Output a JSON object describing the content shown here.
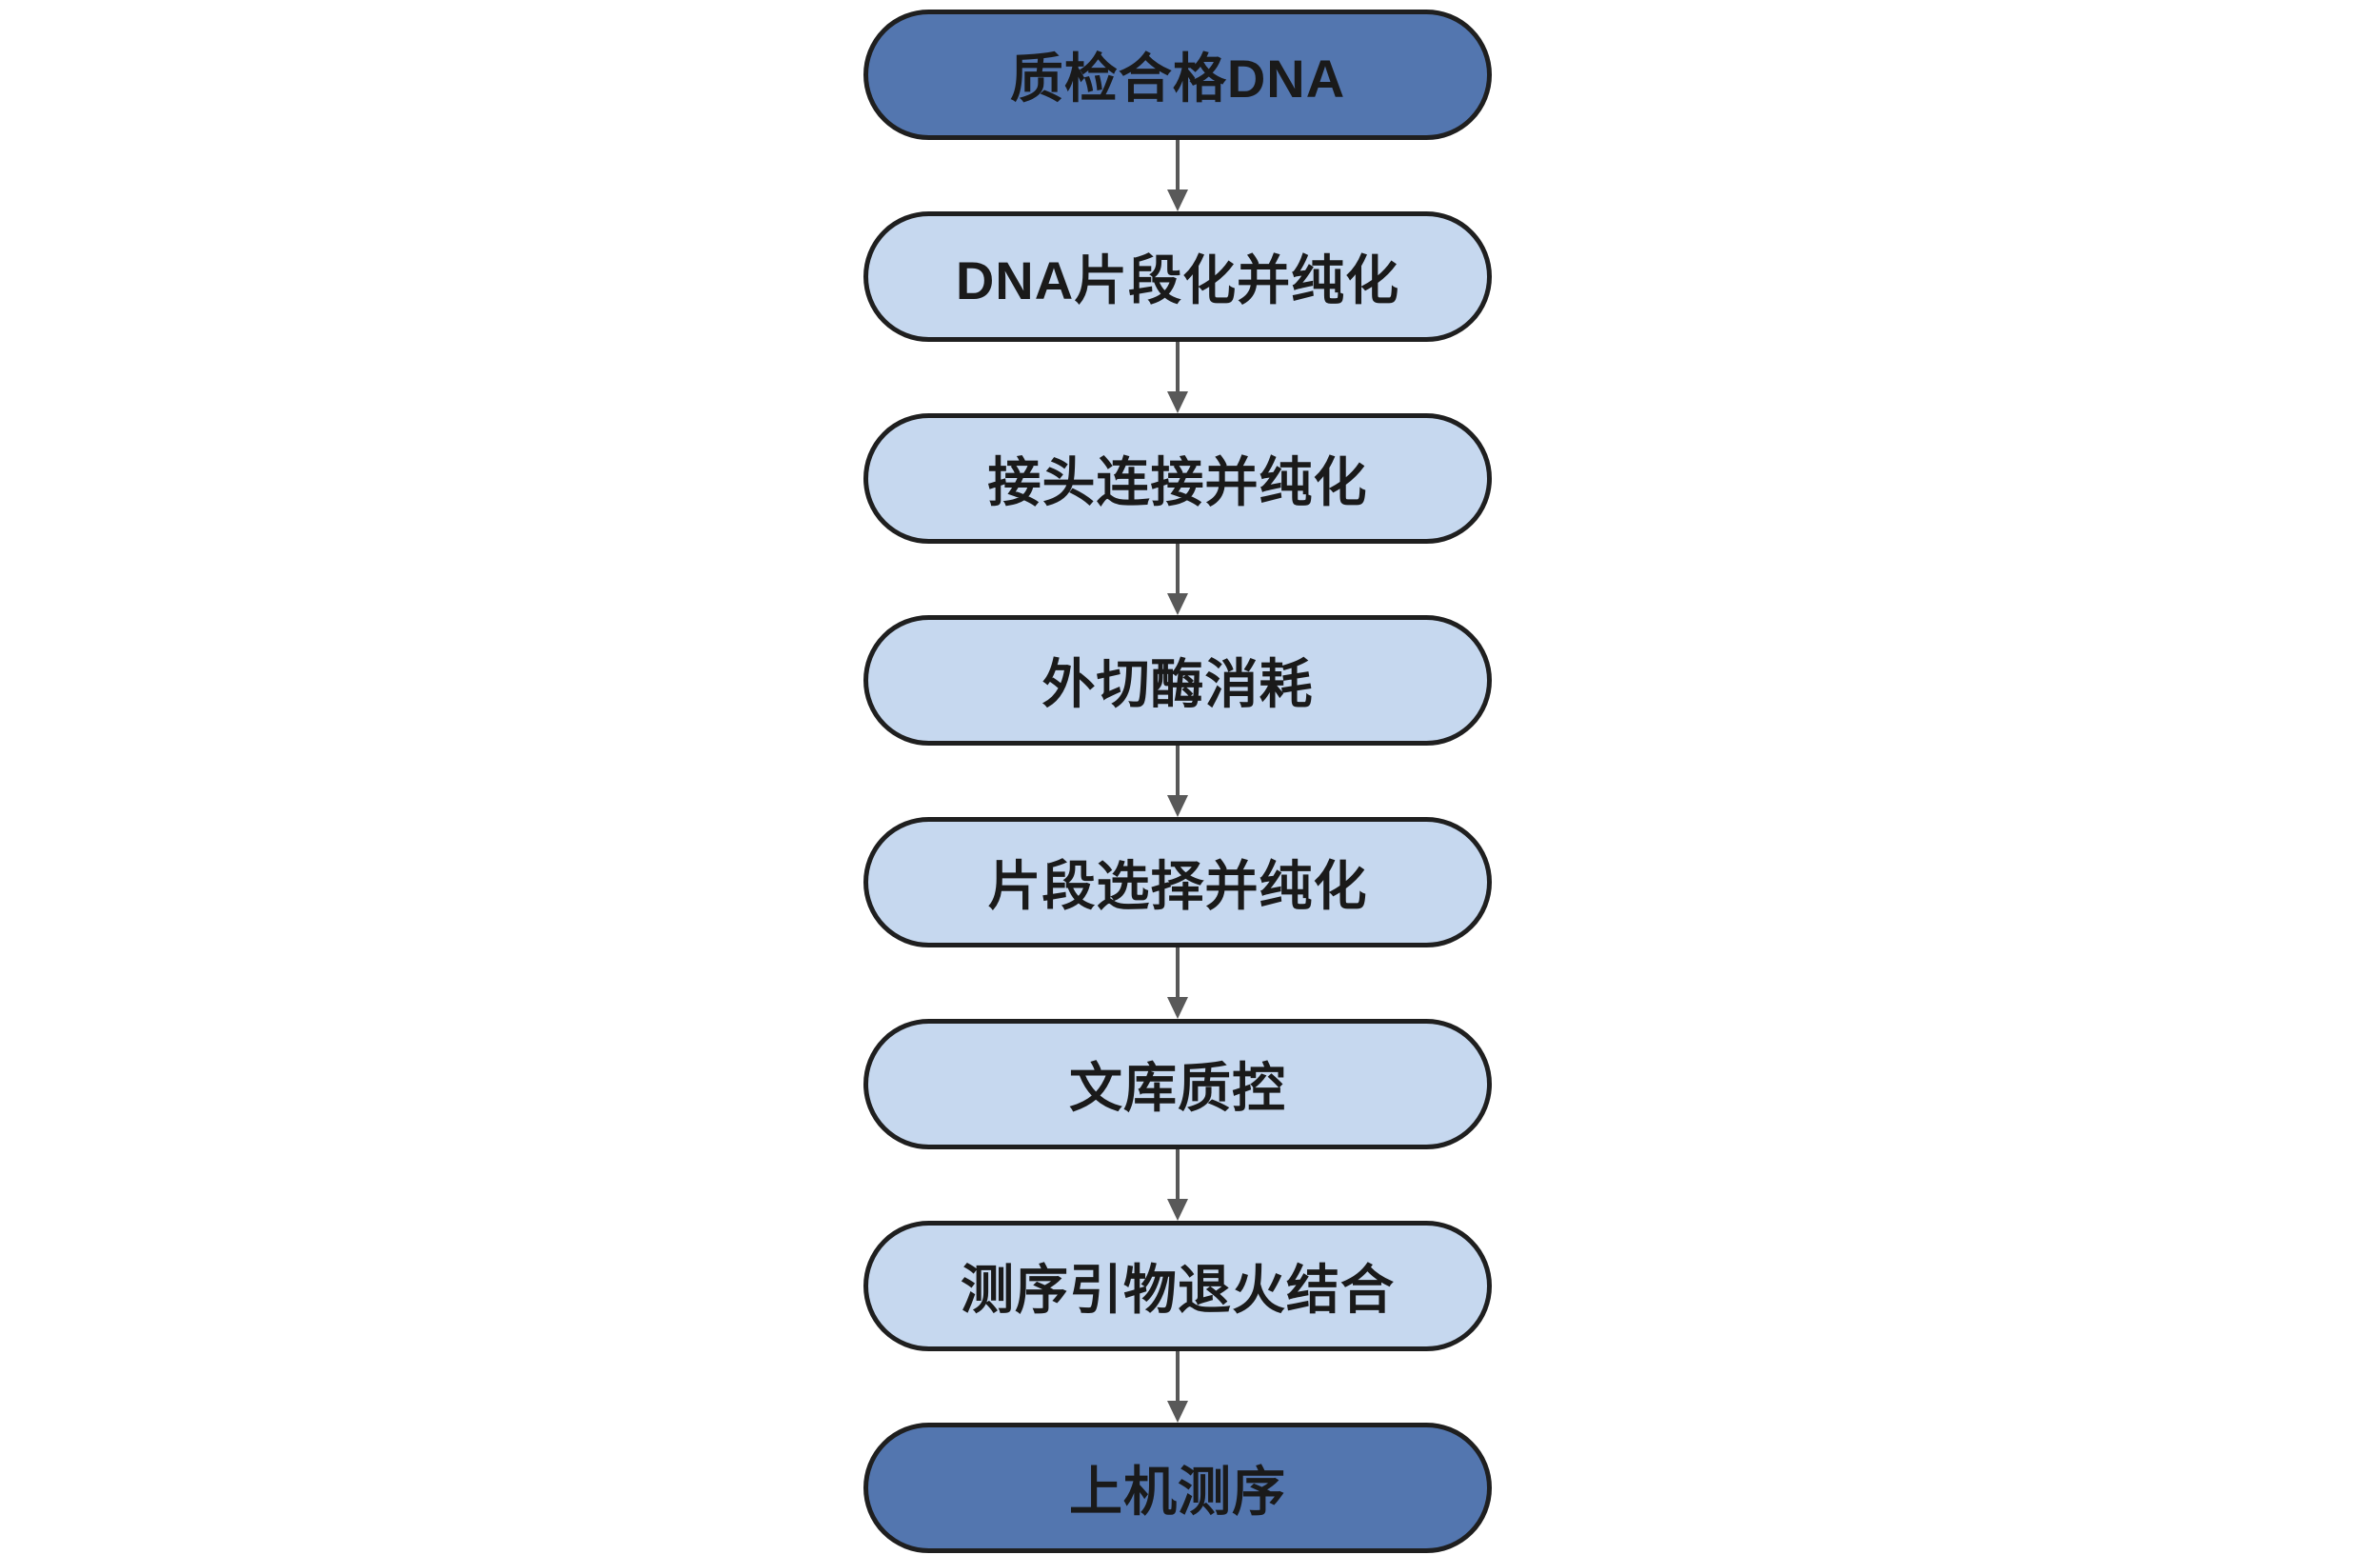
{
  "diagram": {
    "type": "flowchart",
    "orientation": "vertical",
    "steps": [
      {
        "label": "质检合格DNA",
        "type": "terminal"
      },
      {
        "label": "DNA片段化并纯化",
        "type": "process"
      },
      {
        "label": "接头连接并纯化",
        "type": "process"
      },
      {
        "label": "外切酶消耗",
        "type": "process"
      },
      {
        "label": "片段选择并纯化",
        "type": "process"
      },
      {
        "label": "文库质控",
        "type": "process"
      },
      {
        "label": "测序引物退火结合",
        "type": "process"
      },
      {
        "label": "上机测序",
        "type": "terminal"
      }
    ],
    "connector": "down-arrow",
    "colors": {
      "background": "#ffffff",
      "terminal_fill": "#5376af",
      "process_fill": "#c6d8ef",
      "node_border": "#1f1f1f",
      "arrow": "#595959",
      "text": "#1a1a1a"
    }
  }
}
